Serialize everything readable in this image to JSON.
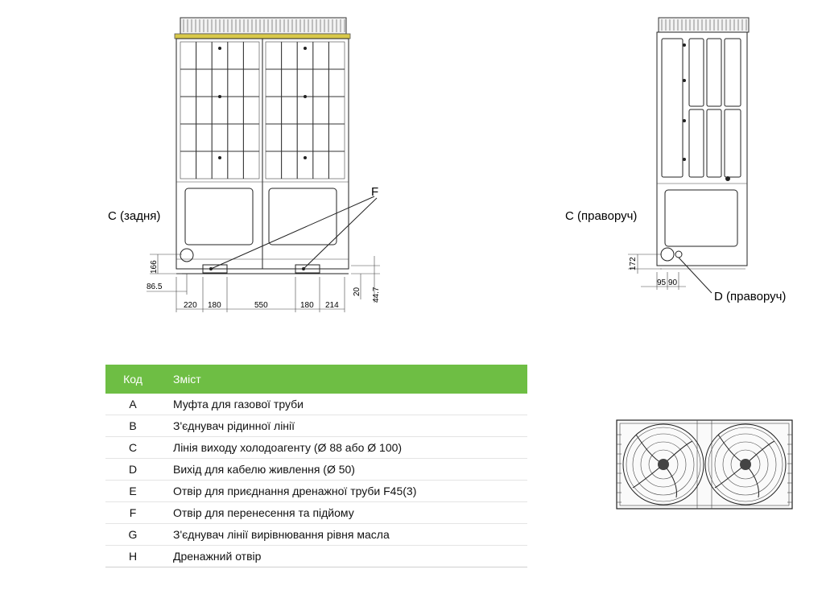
{
  "labels": {
    "c_rear": "С (задня)",
    "c_right": "С (праворуч)",
    "d_right": "D (праворуч)",
    "f": "F"
  },
  "dimensions": {
    "d166": "166",
    "d86_5": "86.5",
    "d220": "220",
    "d180a": "180",
    "d550": "550",
    "d180b": "180",
    "d214": "214",
    "d20": "20",
    "d44_7": "44.7",
    "d172": "172",
    "d95": "95",
    "d90": "90"
  },
  "table": {
    "header_code": "Код",
    "header_content": "Зміст",
    "accent_color": "#6ebe44",
    "rows": [
      {
        "code": "A",
        "text": "Муфта для газової труби"
      },
      {
        "code": "B",
        "text": "З'єднувач рідинної лінії"
      },
      {
        "code": "C",
        "text": "Лінія виходу холодоагенту (Ø 88 або Ø 100)"
      },
      {
        "code": "D",
        "text": "Вихід для кабелю живлення (Ø 50)"
      },
      {
        "code": "E",
        "text": "Отвір для приєднання дренажної труби F45(3)"
      },
      {
        "code": "F",
        "text": "Отвір для перенесення та підйому"
      },
      {
        "code": "G",
        "text": "З'єднувач лінії вирівнювання рівня масла"
      },
      {
        "code": "H",
        "text": "Дренажний отвір"
      }
    ]
  }
}
